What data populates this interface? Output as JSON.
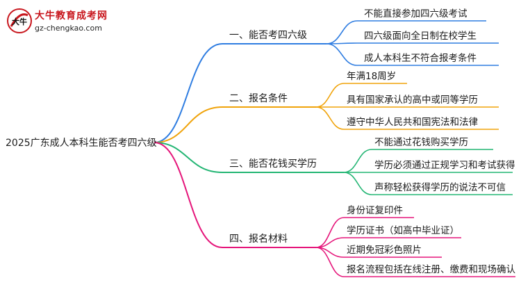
{
  "logo": {
    "title": "大牛教育成考网",
    "url": "gz-chengkao.com",
    "mark_text": "大牛"
  },
  "root": "2025广东成人本科生能否考四六级",
  "colors": {
    "blue": "#2f7de1",
    "orange": "#f0a30a",
    "green": "#22b573",
    "pink": "#e5157a"
  },
  "branches": [
    {
      "label": "一、能否考四六级",
      "color": "blue",
      "leaves": [
        "不能直接参加四六级考试",
        "四六级面向全日制在校学生",
        "成人本科生不符合报考条件"
      ]
    },
    {
      "label": "二、报名条件",
      "color": "orange",
      "leaves": [
        "年满18周岁",
        "具有国家承认的高中或同等学历",
        "遵守中华人民共和国宪法和法律"
      ]
    },
    {
      "label": "三、能否花钱买学历",
      "color": "green",
      "leaves": [
        "不能通过花钱购买学历",
        "学历必须通过正规学习和考试获得",
        "声称轻松获得学历的说法不可信"
      ]
    },
    {
      "label": "四、报名材料",
      "color": "pink",
      "leaves": [
        "身份证复印件",
        "学历证书（如高中毕业证）",
        "近期免冠彩色照片",
        "报名流程包括在线注册、缴费和现场确认"
      ]
    }
  ]
}
